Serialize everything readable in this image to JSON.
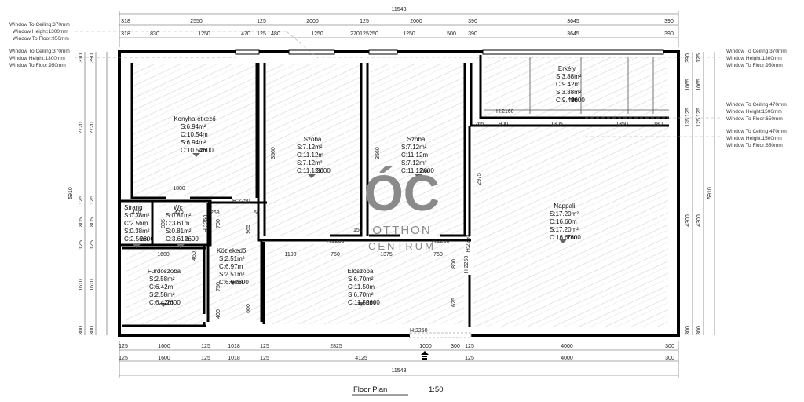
{
  "plan": {
    "title": "Floor Plan",
    "scale": "1:50",
    "overall_width": "11543",
    "overall_height": "5910",
    "top_dims_1": [
      "318",
      "2550",
      "125",
      "2000",
      "125",
      "2000",
      "390",
      "3645",
      "390"
    ],
    "top_dims_2": [
      "318",
      "830",
      "1250",
      "470",
      "125",
      "480",
      "1250",
      "270",
      "125",
      "250",
      "1250",
      "500",
      "390",
      "3645",
      "390"
    ],
    "bottom_dims_1": [
      "125",
      "1600",
      "125",
      "1018",
      "125",
      "2825",
      "1000",
      "300",
      "125",
      "4000",
      "300"
    ],
    "bottom_dims_2": [
      "125",
      "1600",
      "125",
      "1018",
      "125",
      "4125",
      "125",
      "4000",
      "300"
    ],
    "left_dims_outer": [
      "310",
      "2720",
      "125",
      "805",
      "125",
      "1610",
      "300"
    ],
    "left_dims_inner": [
      "390",
      "2720",
      "125",
      "805",
      "125",
      "1610",
      "300"
    ],
    "right_dims_inner": [
      "390",
      "1065",
      "125",
      "135",
      "4300",
      "300"
    ],
    "right_dims_outer": [
      "125",
      "1065",
      "125",
      "125",
      "4300",
      "300"
    ]
  },
  "window_notes": {
    "top_left": [
      "Window To Ceiling:370mm",
      "Window Height:1300mm",
      "Window To Floor:950mm"
    ],
    "left_2": [
      "Window To Ceiling:370mm",
      "Window Height:1300mm",
      "Window To Floor:950mm"
    ],
    "right_1": [
      "Window To Ceiling:370mm",
      "Window Height:1300mm",
      "Window To Floor:950mm"
    ],
    "right_2": [
      "Window To Ceiling:470mm",
      "Window Height:1500mm",
      "Window To Floor:650mm"
    ],
    "right_3": [
      "Window To Ceiling:470mm",
      "Window Height:1500mm",
      "Window To Floor:650mm"
    ]
  },
  "rooms": [
    {
      "name": "Konyha-étkező",
      "s": "S:6.94m²",
      "c": "C:10.54m",
      "s2": "S:6.94m²",
      "c2": "C:10.54m",
      "h": "2600"
    },
    {
      "name": "Szoba",
      "s": "S:7.12m²",
      "c": "C:11.12m",
      "s2": "S:7.12m²",
      "c2": "C:11.12m",
      "h": "2600"
    },
    {
      "name": "Szoba",
      "s": "S:7.12m²",
      "c": "C:11.12m",
      "s2": "S:7.12m²",
      "c2": "C:11.12m",
      "h": "2600"
    },
    {
      "name": "Erkély",
      "s": "S:3.88m²",
      "c": "C:9.42m",
      "s2": "S:3.88m²",
      "c2": "C:9.42m",
      "h": "2600"
    },
    {
      "name": "Nappali",
      "s": "S:17.20m²",
      "c": "C:16.60m",
      "s2": "S:17.20m²",
      "c2": "C:16.60m",
      "h": "2600"
    },
    {
      "name": "Strang",
      "s": "S:0.38m²",
      "c": "C:2.56m",
      "s2": "S:0.38m²",
      "c2": "C:2.56m",
      "h": "2600"
    },
    {
      "name": "Wc",
      "s": "S:0.81m²",
      "c": "C:3.61m",
      "s2": "S:0.81m²",
      "c2": "C:3.61m",
      "h": "2600"
    },
    {
      "name": "Közlekedő",
      "s": "S:2.51m²",
      "c": "C:6.97m",
      "s2": "S:2.51m²",
      "c2": "C:6.97m",
      "h": "2600"
    },
    {
      "name": "Fürdőszoba",
      "s": "S:2.58m²",
      "c": "C:6.42m",
      "s2": "S:2.58m²",
      "c2": "C:6.42m",
      "h": "2600"
    },
    {
      "name": "Előszoba",
      "s": "S:6.70m²",
      "c": "C:11.50m",
      "s2": "S:6.70m²",
      "c2": "C:11.50m",
      "h": "2600"
    }
  ],
  "interior_labels": {
    "kitchen_w": "1800",
    "kitchen_h": "H:2250",
    "room1_h": "3560",
    "room2_h": "3560",
    "room1_door": "H:2250",
    "room2_door": "H:2250",
    "room1_w": "1100",
    "hall_750a": "750",
    "hall_1375": "1375",
    "hall_750b": "750",
    "balcony_door": "H:2160",
    "balcony_w": [
      "265",
      "900",
      "1305",
      "1350",
      "180"
    ],
    "living_2975": "2975",
    "living_door": "H:2250",
    "entry_door": "H:2250",
    "bath_w": "1600",
    "hall_625": "625",
    "hall_800": "800",
    "corr_600": "600",
    "corr_700": "700",
    "corr_965": "965",
    "corr_400": "400",
    "corr_750": "750",
    "wc_470": "470",
    "wc_805": "805",
    "strang_470": "470",
    "side_460": "460",
    "side_150": "150",
    "side_268": "268",
    "side_50": "50",
    "corr_h": "H:2250",
    "wc_h": "H:2250"
  },
  "watermark": {
    "logo": "ÓC",
    "line1": "OTTHON",
    "line2": "CENTRUM"
  }
}
